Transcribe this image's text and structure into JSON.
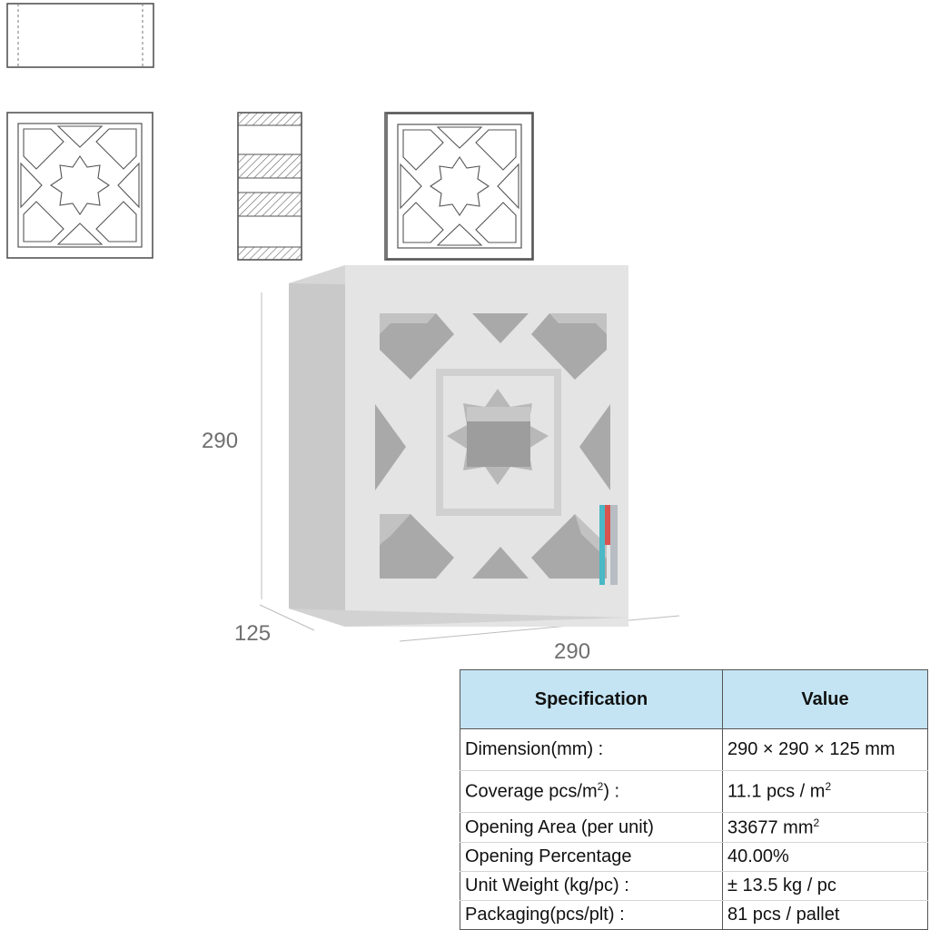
{
  "dimensions": {
    "height": "290",
    "depth": "125",
    "width": "290"
  },
  "spec_table": {
    "headers": [
      "Specification",
      "Value"
    ],
    "rows": [
      {
        "label": "Dimension(mm) :",
        "value": "290 × 290 × 125 mm"
      },
      {
        "label": "Coverage pcs/m",
        "label_sup": "2",
        "label_after": ") :",
        "value": "11.1 pcs / m",
        "value_sup": "2"
      },
      {
        "label": "Opening Area (per unit)",
        "value": "33677 mm",
        "value_sup": "2"
      },
      {
        "label": "Opening Percentage",
        "value": "40.00%"
      },
      {
        "label": "Unit Weight (kg/pc) :",
        "value": "± 13.5 kg / pc"
      },
      {
        "label": "Packaging(pcs/plt) :",
        "value": "81 pcs / pallet"
      }
    ]
  },
  "colors": {
    "header_bg": "#c4e4f3",
    "block_face": "#e2e2e2",
    "block_side": "#cdcdcd",
    "line": "#555555"
  }
}
